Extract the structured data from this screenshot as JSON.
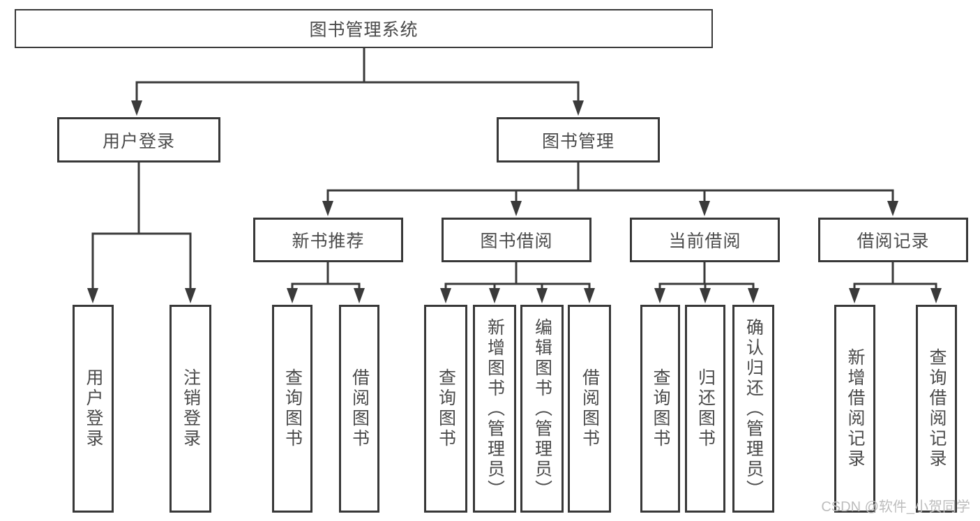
{
  "tree": {
    "root": {
      "label": "图书管理系统"
    },
    "branches": [
      {
        "label": "用户登录",
        "children": [
          "用户登录",
          "注销登录"
        ]
      },
      {
        "label": "图书管理",
        "groups": [
          {
            "label": "新书推荐",
            "children": [
              "查询图书",
              "借阅图书"
            ]
          },
          {
            "label": "图书借阅",
            "children": [
              "查询图书",
              "新增图书（管理员）",
              "编辑图书（管理员）",
              "借阅图书"
            ]
          },
          {
            "label": "当前借阅",
            "children": [
              "查询图书",
              "归还图书",
              "确认归还（管理员）"
            ]
          },
          {
            "label": "借阅记录",
            "children": [
              "新增借阅记录",
              "查询借阅记录"
            ]
          }
        ]
      }
    ]
  },
  "watermark": {
    "text": "CSDN @软件_小贺同学"
  },
  "colors": {
    "line": "#3a3a3a",
    "border": "#383838",
    "text": "#4a4a4a",
    "background": "#ffffff",
    "watermark": "#bdbdbd"
  }
}
